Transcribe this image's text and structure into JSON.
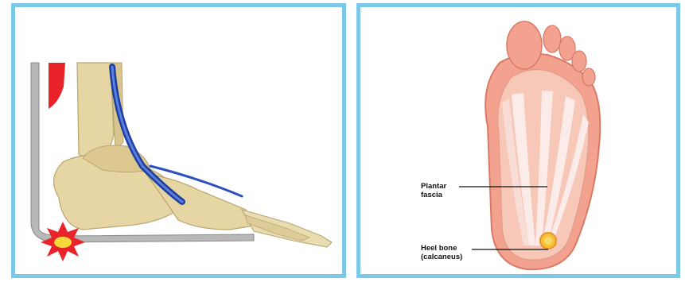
{
  "left_panel": {
    "illustration": "foot-side-view-heel-pain"
  },
  "right_panel": {
    "illustration": "foot-sole-plantar-view",
    "labels": {
      "plantar_fascia": [
        "Plantar",
        "fascia"
      ],
      "heel_bone": [
        "Heel bone",
        "(calcaneus)"
      ]
    }
  },
  "colors": {
    "panel_border": "#7cc8e8",
    "heel_pain_red": "#e8242a",
    "heel_pain_yellow": "#f6d93a",
    "nerve_blue": "#2d4fbf",
    "bone": "#e6d6a4",
    "skin_pink": "#f3a290",
    "fascia_white": "#fbecea"
  }
}
